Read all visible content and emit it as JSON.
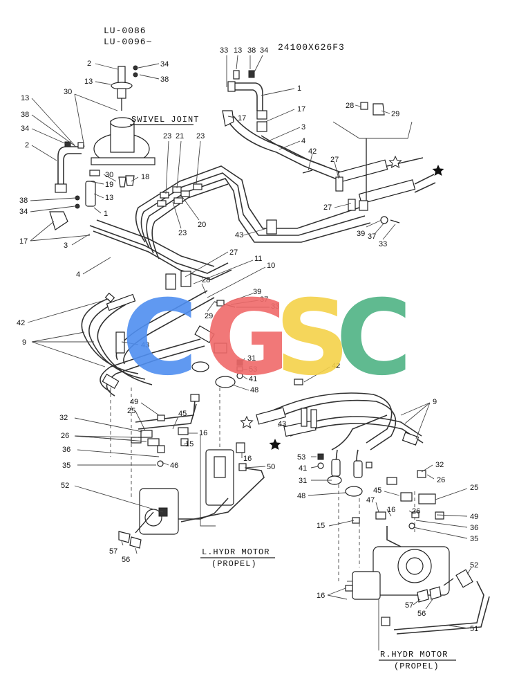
{
  "header": {
    "model_line_1": "LU-0086",
    "model_line_2": "LU-0096~",
    "part_code": "24100X626F3"
  },
  "captions": {
    "swivel_joint": "SWIVEL JOINT",
    "left_motor_line_1": "L.HYDR MOTOR",
    "left_motor_line_2": "(PROPEL)",
    "right_motor_line_1": "R.HYDR MOTOR",
    "right_motor_line_2": "(PROPEL)"
  },
  "watermark": {
    "letters": [
      "C",
      "G",
      "S",
      "C"
    ],
    "colors": [
      "#4f8ef0",
      "#f06a6a",
      "#f5d24a",
      "#4fb385"
    ]
  },
  "callouts": {
    "n2a": "2",
    "n34a": "34",
    "n13a": "13",
    "n38a": "38",
    "n30a": "30",
    "n13b": "13",
    "n38b": "38",
    "n34b": "34",
    "n2b": "2",
    "n38c": "38",
    "n34c": "34",
    "n17a": "17",
    "n3a": "3",
    "n4a": "4",
    "n30b": "30",
    "n19": "19",
    "n18": "18",
    "n13c": "13",
    "n1a": "1",
    "n23a": "23",
    "n21": "21",
    "n23b": "23",
    "n23c": "23",
    "n20": "20",
    "n33a": "33",
    "n13d": "13",
    "n38d": "38",
    "n34d": "34",
    "n1b": "1",
    "n17b": "17",
    "n17c": "17",
    "n3b": "3",
    "n4b": "4",
    "n42a": "42",
    "n27a": "27",
    "n27b": "27",
    "n28a": "28",
    "n29a": "29",
    "n39a": "39",
    "n37a": "37",
    "n33b": "33",
    "n43a": "43",
    "n27c": "27",
    "n11": "11",
    "n10": "10",
    "n28b": "28",
    "n29b": "29",
    "n39b": "39",
    "n37b": "37",
    "n33c": "33",
    "n42b": "42",
    "n9a": "9",
    "n43b": "43",
    "n31a": "31",
    "n53a": "53",
    "n41a": "41",
    "n48a": "48",
    "n49a": "49",
    "n25a": "25",
    "n45a": "45",
    "n16a": "16",
    "n32a": "32",
    "n26a": "26",
    "n15a": "15",
    "n36a": "36",
    "n46": "46",
    "n35a": "35",
    "n16b": "16",
    "n50": "50",
    "n52a": "52",
    "n57a": "57",
    "n56a": "56",
    "n42c": "42",
    "n9b": "9",
    "n43c": "43",
    "n53b": "53",
    "n41b": "41",
    "n31b": "31",
    "n48b": "48",
    "n32b": "32",
    "n26b": "26",
    "n45b": "45",
    "n47": "47",
    "n25b": "25",
    "n16c": "16",
    "n26c": "26",
    "n49b": "49",
    "n36b": "36",
    "n35b": "35",
    "n15b": "15",
    "n52b": "52",
    "n16d": "16",
    "n57b": "57",
    "n56b": "56",
    "n51": "51"
  }
}
